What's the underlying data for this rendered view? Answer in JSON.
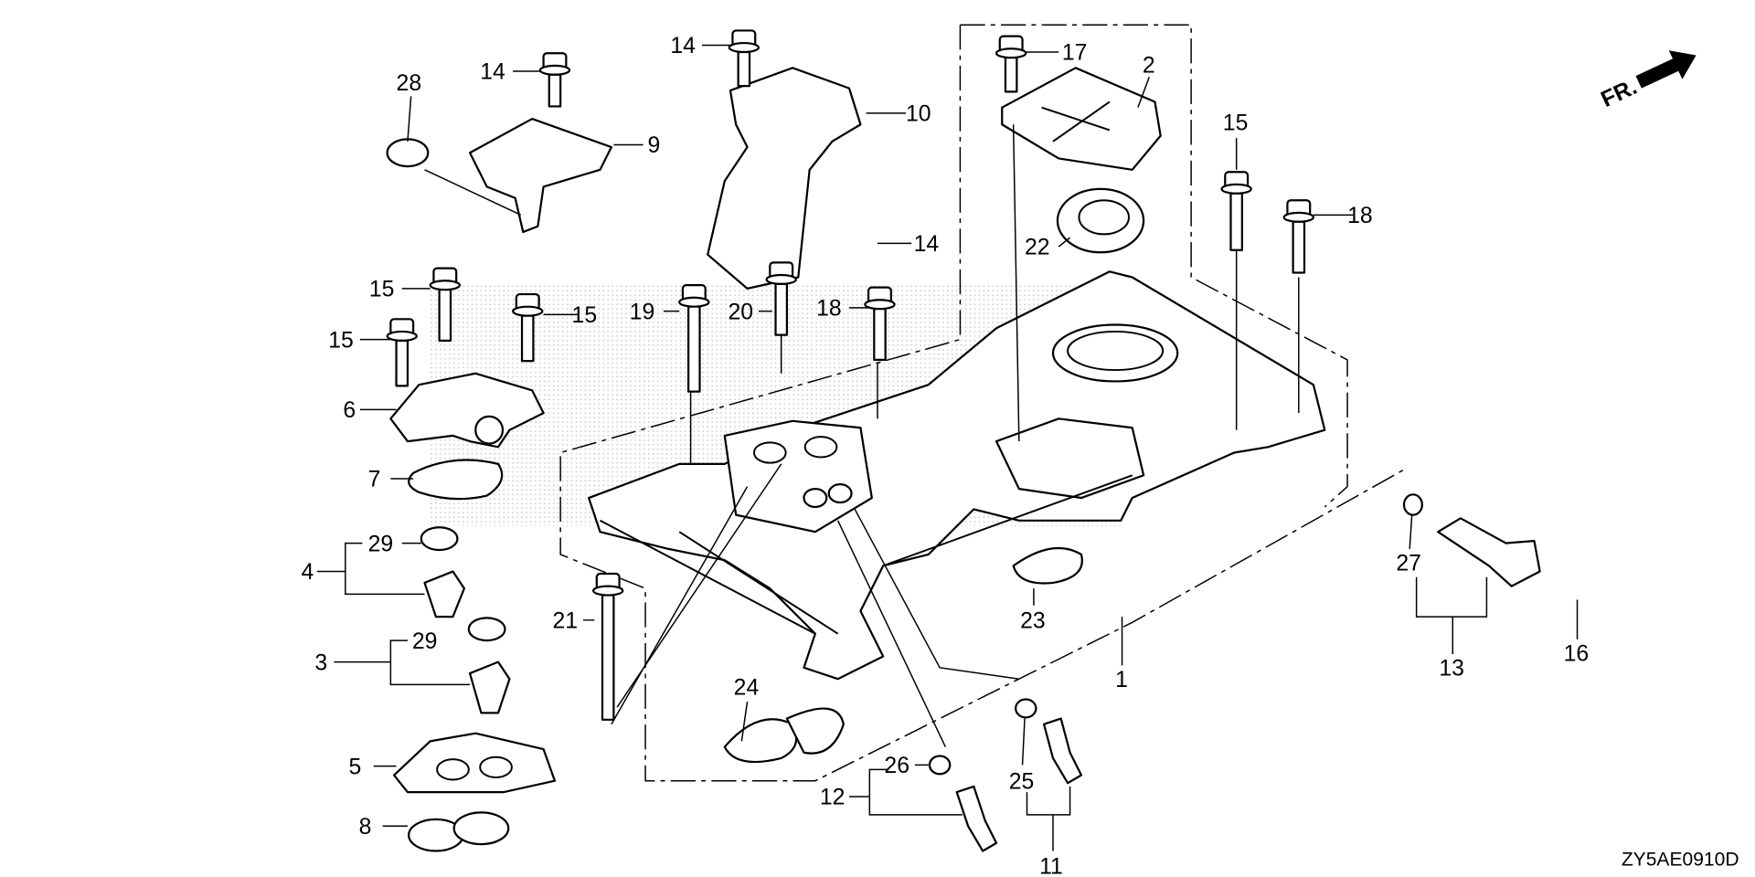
{
  "diagram": {
    "code": "ZY5AE0910D",
    "direction_label": "FR.",
    "callouts": [
      "14",
      "14",
      "28",
      "9",
      "10",
      "14",
      "17",
      "2",
      "22",
      "15",
      "18",
      "15",
      "15",
      "15",
      "19",
      "20",
      "18",
      "6",
      "7",
      "29",
      "4",
      "3",
      "29",
      "21",
      "5",
      "8",
      "24",
      "23",
      "1",
      "26",
      "12",
      "25",
      "11",
      "27",
      "13",
      "16"
    ]
  }
}
